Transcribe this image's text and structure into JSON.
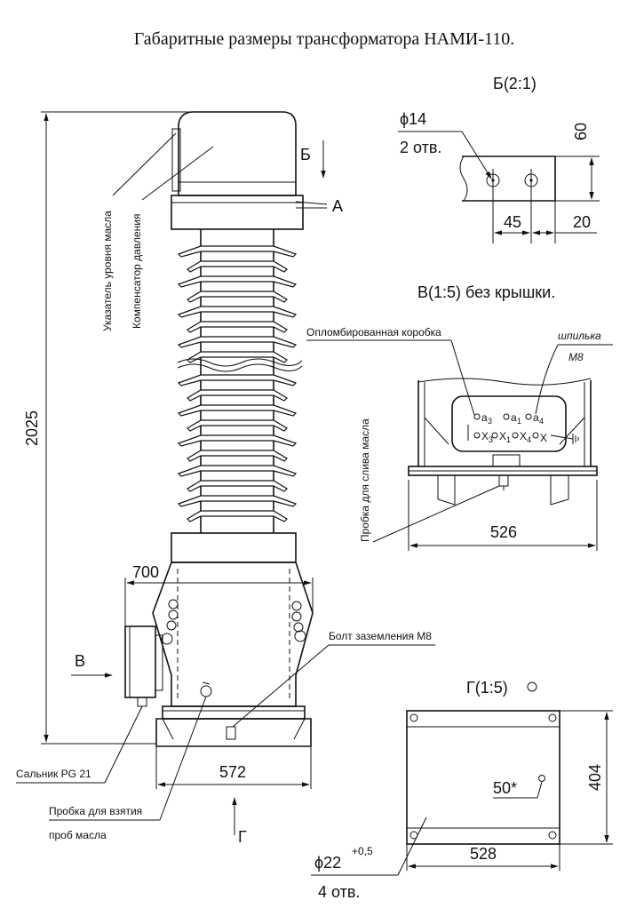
{
  "title": "Габаритные размеры трансформатора НАМИ-110.",
  "views": {
    "b": {
      "label": "Б(2:1)",
      "hole": "ϕ14",
      "holes_count": "2 отв.",
      "dim_height": "60",
      "dim_pitch": "45",
      "dim_edge": "20"
    },
    "v": {
      "label": "В(1:5) без крышки.",
      "width": "526",
      "sealed_box": "Опломбированная коробка",
      "stud_1": "шпилька",
      "stud_2": "М8",
      "drain_plug": "Пробка для слива масла",
      "terminals": {
        "a3": "a",
        "a3s": "3",
        "a1": "a",
        "a1s": "1",
        "a4": "a",
        "a4s": "4",
        "x3": "X",
        "x3s": "3",
        "x1": "X",
        "x1s": "1",
        "x4": "X",
        "x4s": "4",
        "x": "X"
      }
    },
    "g": {
      "label": "Г(1:5)",
      "height": "404",
      "width": "528",
      "center": "50*",
      "hole": "ϕ22",
      "tolerance": "+0,5",
      "holes_count": "4 отв."
    }
  },
  "main": {
    "height": "2025",
    "width_top": "700",
    "width_base": "572",
    "arrow_b": "Б",
    "arrow_a": "А",
    "arrow_v": "В",
    "arrow_g": "Г",
    "labels": {
      "oil_level": "Указатель уровня масла",
      "pressure_comp": "Компенсатор давления",
      "ground_bolt": "Болт заземления М8",
      "gland": "Сальник PG 21",
      "sample_plug_1": "Пробка для взятия",
      "sample_plug_2": "проб масла"
    }
  }
}
